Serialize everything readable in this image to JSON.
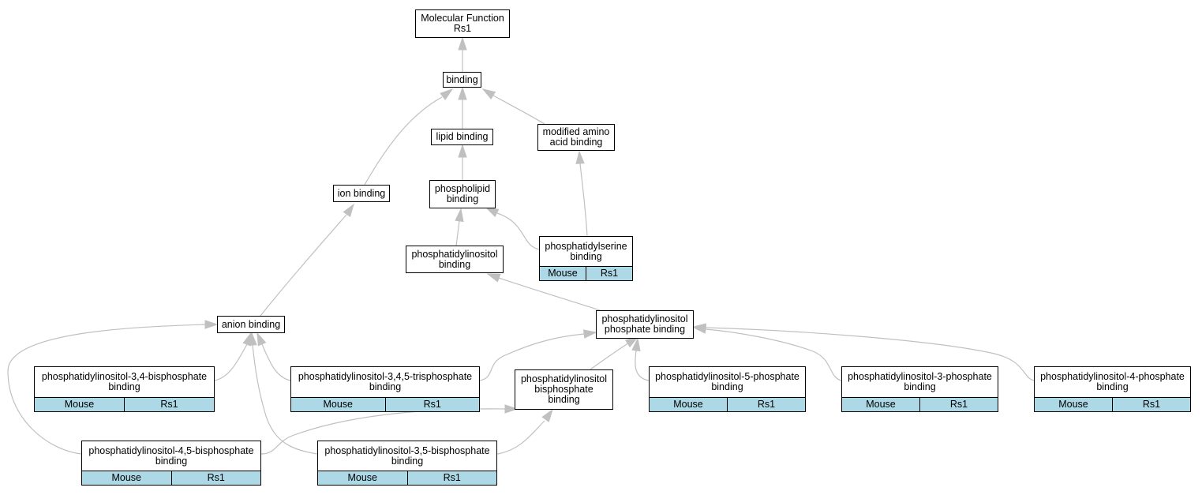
{
  "nodes": [
    {
      "id": "mf",
      "label": "Molecular Function\nRs1"
    },
    {
      "id": "binding",
      "label": "binding"
    },
    {
      "id": "lipid",
      "label": "lipid binding"
    },
    {
      "id": "modaa",
      "label": "modified amino\nacid binding"
    },
    {
      "id": "ion",
      "label": "ion binding"
    },
    {
      "id": "phospholipid",
      "label": "phospholipid\nbinding"
    },
    {
      "id": "pserine",
      "label": "phosphatidylserine\nbinding",
      "annotation": [
        "Mouse",
        "Rs1"
      ]
    },
    {
      "id": "pino",
      "label": "phosphatidylinositol\nbinding"
    },
    {
      "id": "anion",
      "label": "anion binding"
    },
    {
      "id": "pip",
      "label": "phosphatidylinositol\nphosphate binding"
    },
    {
      "id": "p34",
      "label": "phosphatidylinositol-3,4-bisphosphate\nbinding",
      "annotation": [
        "Mouse",
        "Rs1"
      ]
    },
    {
      "id": "p345",
      "label": "phosphatidylinositol-3,4,5-trisphosphate\nbinding",
      "annotation": [
        "Mouse",
        "Rs1"
      ]
    },
    {
      "id": "pbis",
      "label": "phosphatidylinositol\nbisphosphate\nbinding"
    },
    {
      "id": "p5",
      "label": "phosphatidylinositol-5-phosphate\nbinding",
      "annotation": [
        "Mouse",
        "Rs1"
      ]
    },
    {
      "id": "p3",
      "label": "phosphatidylinositol-3-phosphate\nbinding",
      "annotation": [
        "Mouse",
        "Rs1"
      ]
    },
    {
      "id": "p4",
      "label": "phosphatidylinositol-4-phosphate\nbinding",
      "annotation": [
        "Mouse",
        "Rs1"
      ]
    },
    {
      "id": "p45",
      "label": "phosphatidylinositol-4,5-bisphosphate\nbinding",
      "annotation": [
        "Mouse",
        "Rs1"
      ]
    },
    {
      "id": "p35",
      "label": "phosphatidylinositol-3,5-bisphosphate\nbinding",
      "annotation": [
        "Mouse",
        "Rs1"
      ]
    }
  ],
  "edges": [
    {
      "from": "binding",
      "to": "mf"
    },
    {
      "from": "lipid",
      "to": "binding"
    },
    {
      "from": "modaa",
      "to": "binding"
    },
    {
      "from": "ion",
      "to": "binding"
    },
    {
      "from": "phospholipid",
      "to": "lipid"
    },
    {
      "from": "pserine",
      "to": "phospholipid"
    },
    {
      "from": "pserine",
      "to": "modaa"
    },
    {
      "from": "pino",
      "to": "phospholipid"
    },
    {
      "from": "anion",
      "to": "ion"
    },
    {
      "from": "pip",
      "to": "pino"
    },
    {
      "from": "p34",
      "to": "anion"
    },
    {
      "from": "p345",
      "to": "anion"
    },
    {
      "from": "p345",
      "to": "pip"
    },
    {
      "from": "pbis",
      "to": "pip"
    },
    {
      "from": "p5",
      "to": "pip"
    },
    {
      "from": "p3",
      "to": "pip"
    },
    {
      "from": "p4",
      "to": "pip"
    },
    {
      "from": "p45",
      "to": "anion"
    },
    {
      "from": "p45",
      "to": "pbis"
    },
    {
      "from": "p35",
      "to": "anion"
    },
    {
      "from": "p35",
      "to": "pbis"
    }
  ],
  "colors": {
    "edge": "#c0c0c0",
    "annotation_fill": "#add8e6",
    "border": "#000000"
  }
}
